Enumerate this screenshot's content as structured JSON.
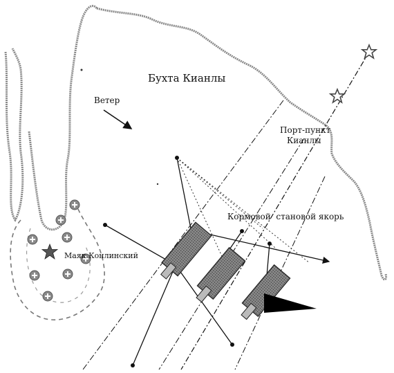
{
  "labels": {
    "bay": "Бухта Кианлы",
    "wind": "Ветер",
    "port_line1": "Порт-пункт",
    "port_line2": "Кианлы",
    "stern_anchor": "Кормовой  становой якорь",
    "lighthouse": "Маяк Конлинский"
  },
  "colors": {
    "coast": "#8a8a8a",
    "vessel_fill": "#6a6a6a",
    "lines": "#111111",
    "star": "#555555"
  },
  "icons": {
    "lighthouse": "star-icon",
    "leading_marks": "star-icon",
    "shoal_marks": "cross-circle-icon"
  }
}
